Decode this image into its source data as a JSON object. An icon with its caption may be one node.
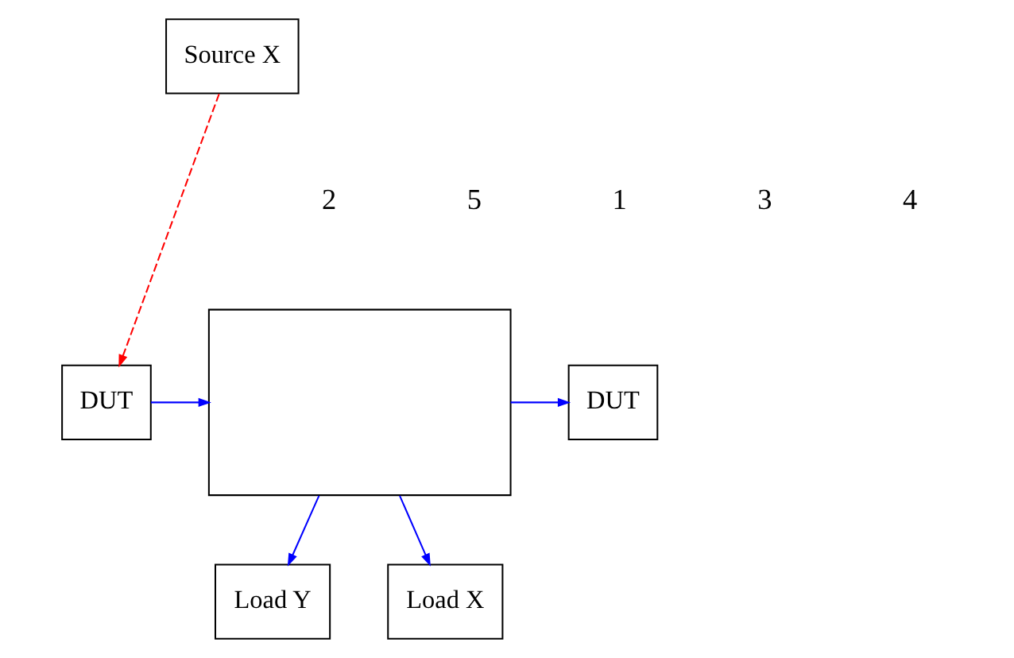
{
  "diagram": {
    "nodes": [
      {
        "text": [
          "Source X"
        ]
      },
      {
        "text": [
          "DUT"
        ]
      },
      {
        "text": [],
        "shape": "box"
      },
      {
        "text": [
          "DUT"
        ]
      },
      {
        "text": [
          "Load Y"
        ]
      },
      {
        "text": [
          "Load X"
        ]
      }
    ],
    "edges": [
      {
        "from": 0,
        "to": 1,
        "arrow": "to",
        "style": "dashed",
        "color": "#ff0000"
      },
      {
        "from": 1,
        "to": 2,
        "arrow": "to",
        "color": "#0000ff"
      },
      {
        "from": 2,
        "to": 3,
        "arrow": "to",
        "color": "#0000ff"
      },
      {
        "from": 2,
        "to": 4,
        "arrow": "to",
        "color": "#0000ff"
      },
      {
        "from": 2,
        "to": 5,
        "arrow": "to",
        "color": "#0000ff"
      }
    ],
    "labels": [
      "2",
      "5",
      "1",
      "3",
      "4"
    ]
  }
}
